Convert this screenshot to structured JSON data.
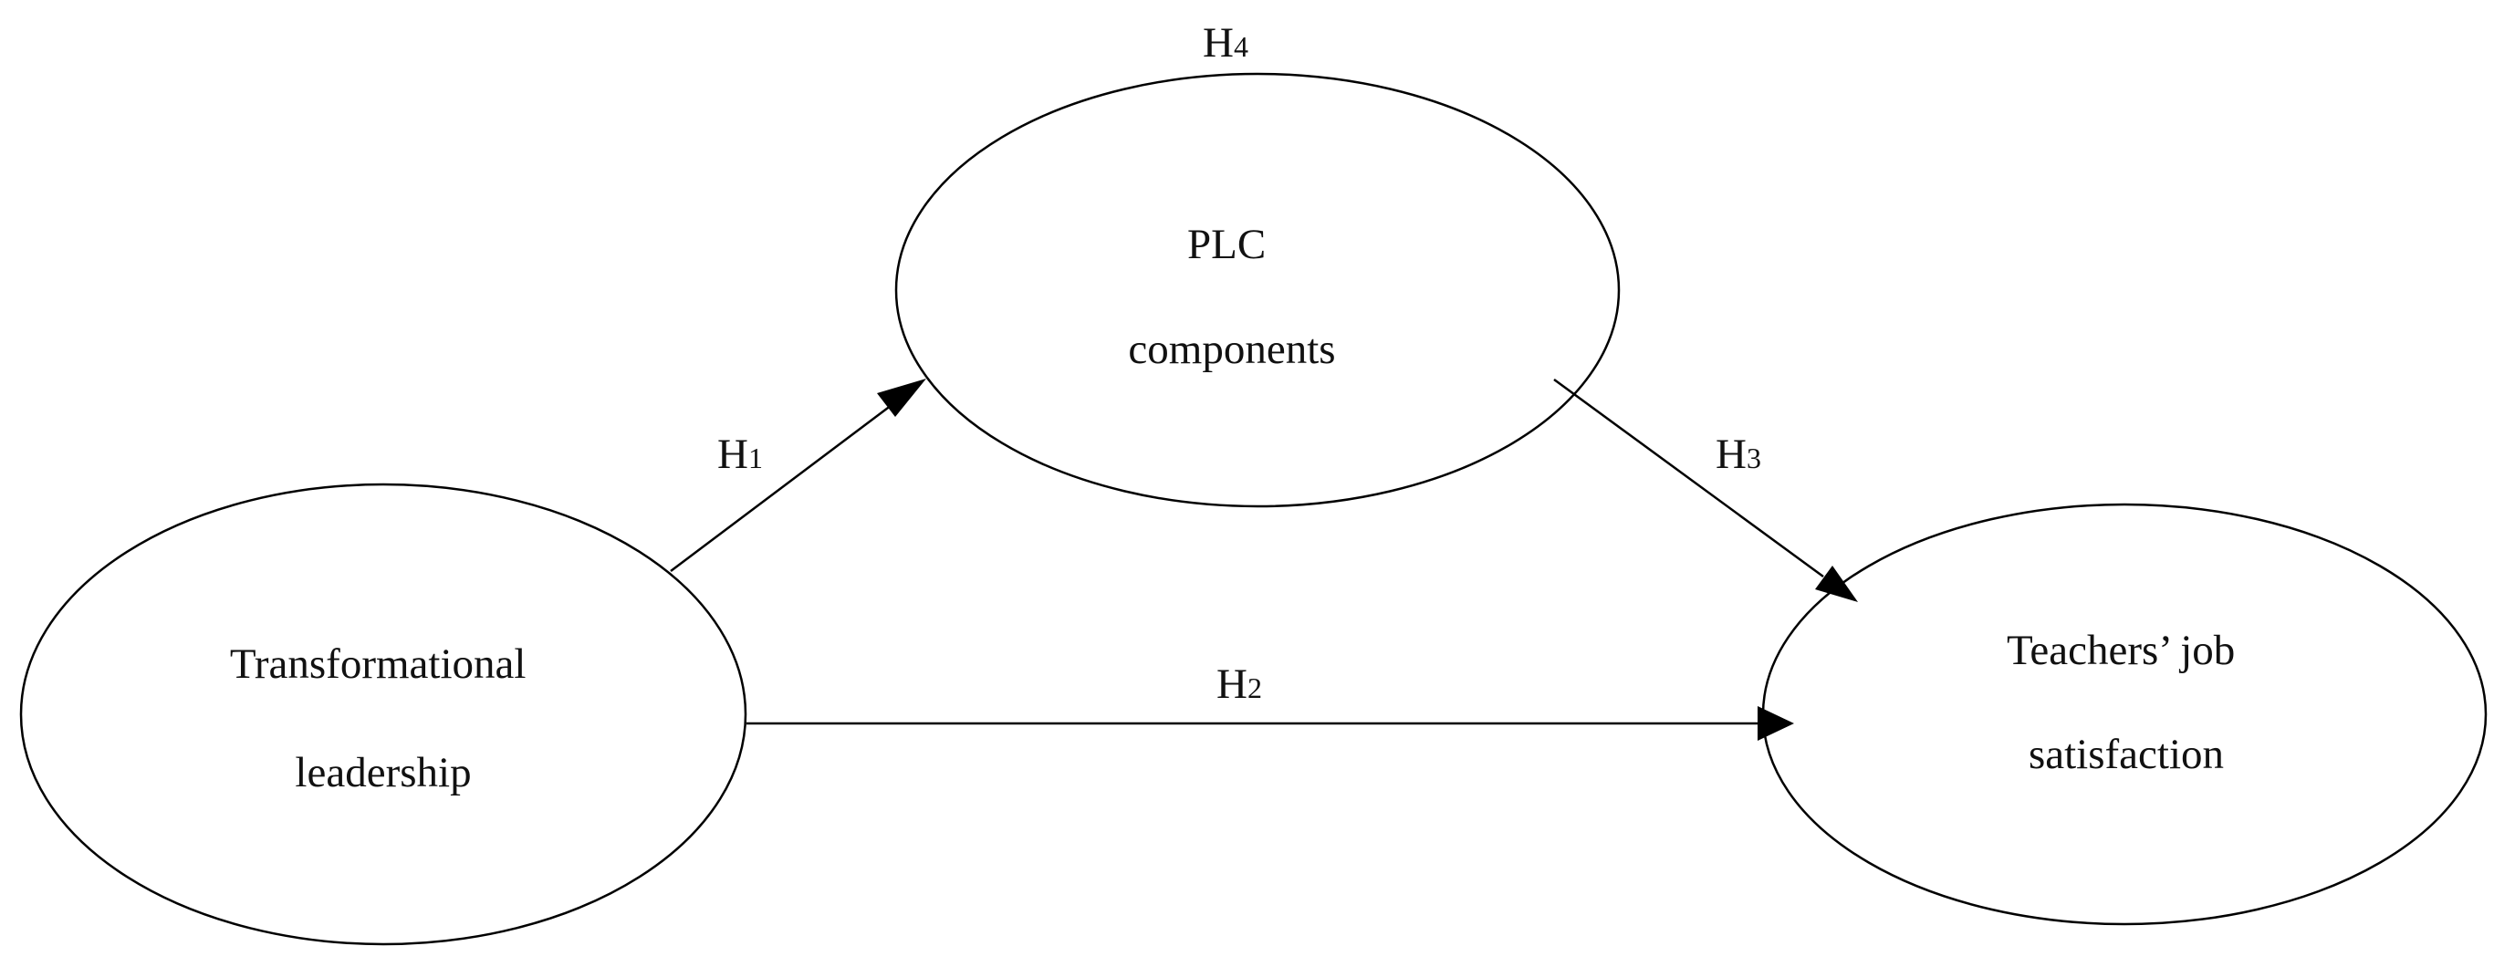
{
  "nodes": {
    "transformational_leadership": {
      "line1": "Transformational",
      "line2": "leadership"
    },
    "plc_components": {
      "line1": "PLC",
      "line2": "components"
    },
    "teachers_job_satisfaction": {
      "line1": "Teachers’ job",
      "line2": "satisfaction"
    }
  },
  "edges": [
    {
      "from": "transformational_leadership",
      "to": "plc_components",
      "label": "H",
      "sub": "1"
    },
    {
      "from": "transformational_leadership",
      "to": "teachers_job_satisfaction",
      "label": "H",
      "sub": "2"
    },
    {
      "from": "plc_components",
      "to": "teachers_job_satisfaction",
      "label": "H",
      "sub": "3"
    }
  ],
  "hypotheses": {
    "h1": {
      "label": "H",
      "sub": "1"
    },
    "h2": {
      "label": "H",
      "sub": "2"
    },
    "h3": {
      "label": "H",
      "sub": "3"
    },
    "h4": {
      "label": "H",
      "sub": "4"
    }
  },
  "colors": {
    "line": "#000000",
    "background": "#ffffff"
  }
}
